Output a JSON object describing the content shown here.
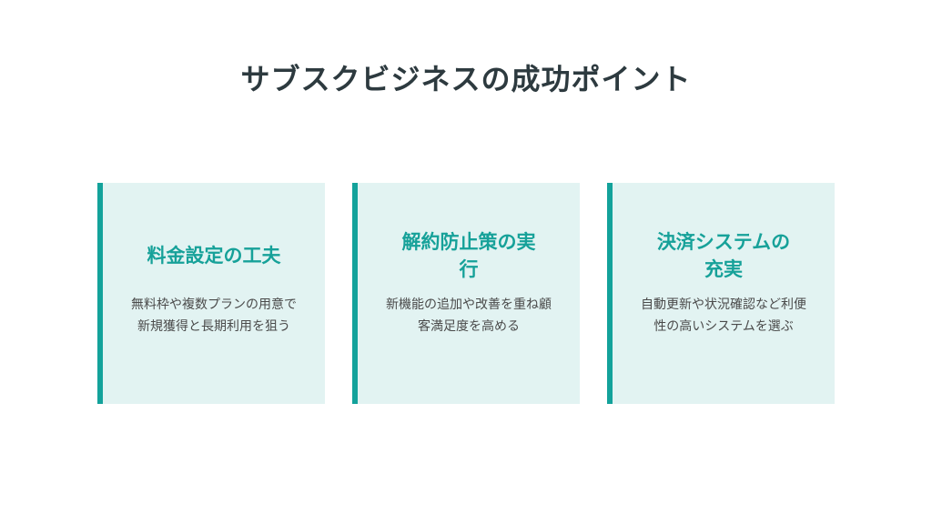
{
  "page": {
    "title": "サブスクビジネスの成功ポイント"
  },
  "cards": [
    {
      "title": "料金設定の工夫",
      "body": "無料枠や複数プランの用意で新規獲得と長期利用を狙う"
    },
    {
      "title": "解約防止策の実行",
      "body": "新機能の追加や改善を重ね顧客満足度を高める"
    },
    {
      "title": "決済システムの充実",
      "body": "自動更新や状況確認など利便性の高いシステムを選ぶ"
    }
  ],
  "colors": {
    "accent": "#13a29b",
    "card_background": "#e2f3f2",
    "title_text": "#2d3a3f",
    "body_text": "#4a4a4a"
  }
}
